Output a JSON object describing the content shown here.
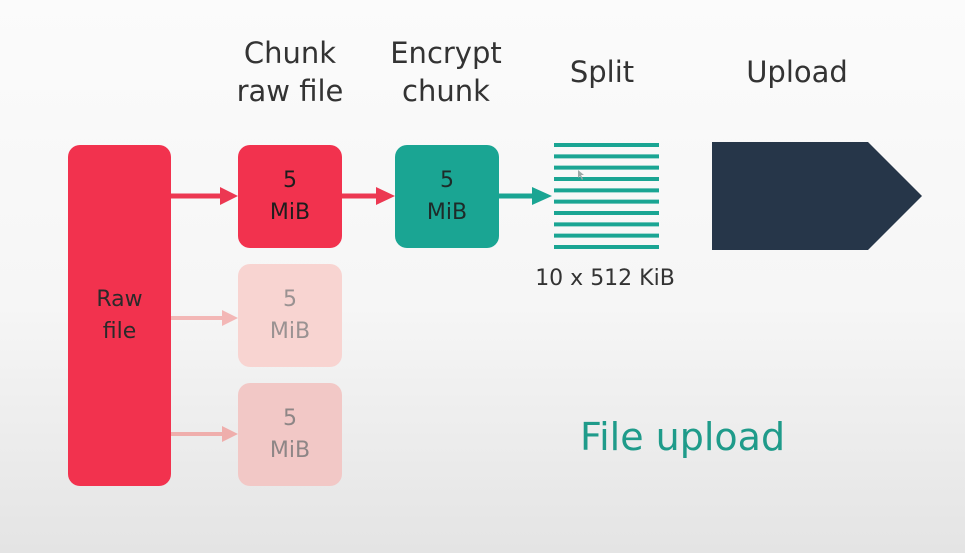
{
  "headers": {
    "chunk": "Chunk\nraw file",
    "encrypt": "Encrypt\nchunk",
    "split": "Split",
    "upload": "Upload"
  },
  "raw_file_label": "Raw\nfile",
  "chunks": [
    {
      "label": "5\nMiB",
      "state": "active"
    },
    {
      "label": "5\nMiB",
      "state": "faded"
    },
    {
      "label": "5\nMiB",
      "state": "faded"
    }
  ],
  "encrypted_chunk_label": "5\nMiB",
  "split_label": "10 x 512 KiB",
  "split_line_count": 10,
  "caption": "File upload",
  "colors": {
    "red": "#f2324e",
    "red_faded": "#f7c9c7",
    "teal": "#1aa593",
    "navy": "#263649",
    "caption_teal": "#1f9b8a"
  }
}
